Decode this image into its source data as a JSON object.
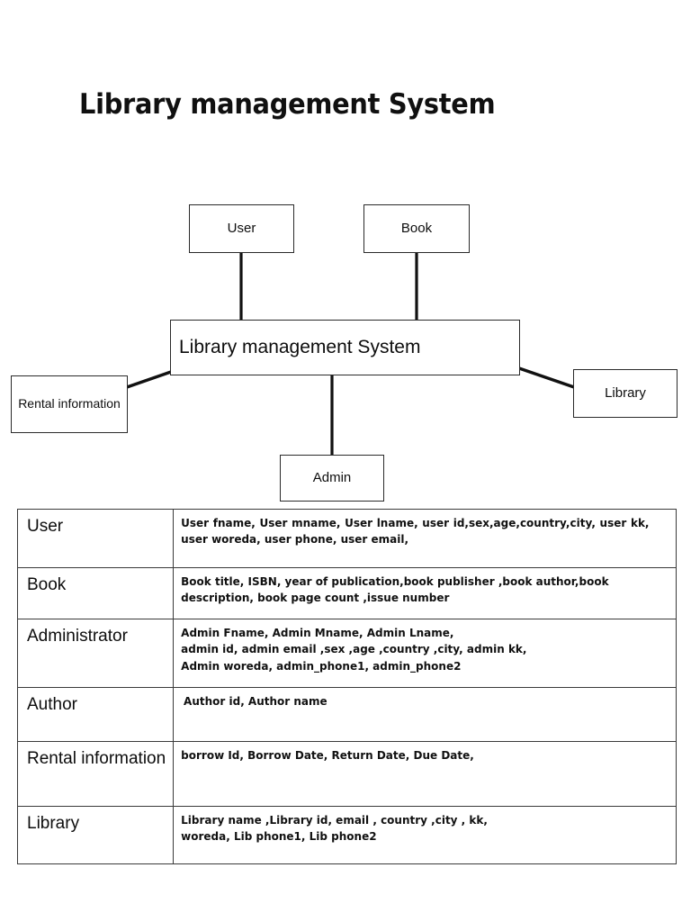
{
  "page": {
    "title": "Library management System"
  },
  "diagram": {
    "nodes": {
      "center": "Library management System",
      "user": "User",
      "book": "Book",
      "rental": "Rental information",
      "library": "Library",
      "admin": "Admin"
    }
  },
  "table": {
    "rows": [
      {
        "entity": "User",
        "attributes": "User fname, User mname, User lname, user id,sex,age,country,city, user kk, user woreda, user phone, user email,"
      },
      {
        "entity": "Book",
        "attributes": "Book title, ISBN, year of publication,book publisher ,book author,book description, book page count ,issue number"
      },
      {
        "entity": "Administrator",
        "attributes": "Admin Fname, Admin Mname,  Admin Lname,\nadmin id, admin email ,sex ,age ,country ,city, admin kk,\nAdmin woreda, admin_phone1, admin_phone2"
      },
      {
        "entity": "Author",
        "attributes": "Author id, Author name"
      },
      {
        "entity": "Rental information",
        "attributes": "borrow Id, Borrow Date, Return Date, Due Date,"
      },
      {
        "entity": "Library",
        "attributes": "Library name ,Library id, email , country ,city , kk,\nworeda,  Lib phone1, Lib phone2"
      }
    ]
  }
}
